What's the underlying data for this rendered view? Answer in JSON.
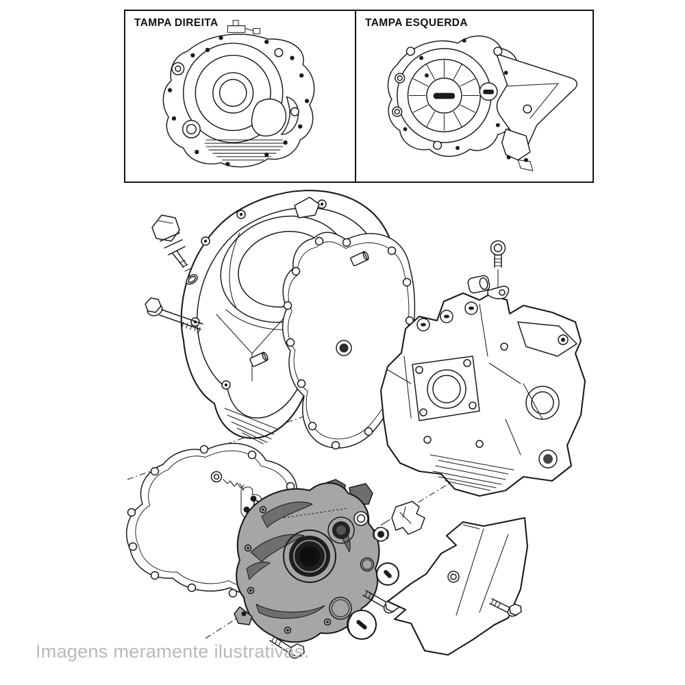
{
  "panels": {
    "left_label": "TAMPA DIREITA",
    "right_label": "TAMPA ESQUERDA"
  },
  "caption": "Imagens meramente ilustrativas.",
  "colors": {
    "bg": "#ffffff",
    "line": "#1a1a1a",
    "panelBorder": "#111111",
    "caption": "#b9b9b9",
    "hl": "#a6a6a6",
    "hlDark": "#6e6e6e",
    "hlDeep": "#1e1e1e"
  }
}
